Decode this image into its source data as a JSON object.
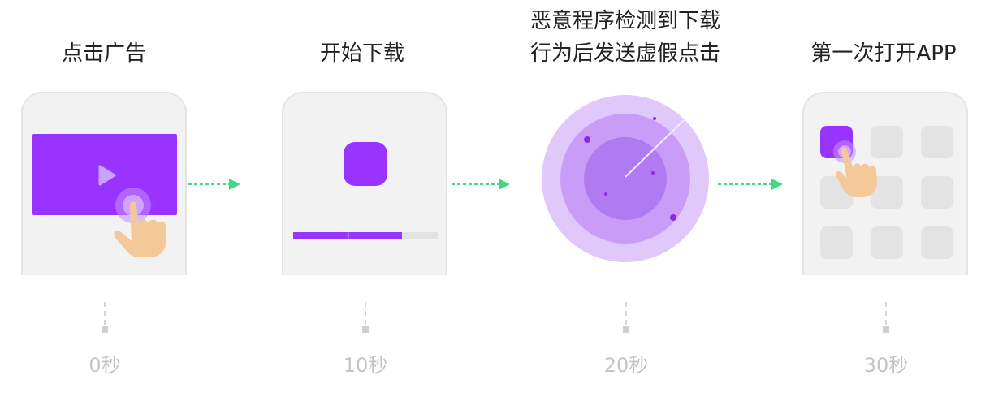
{
  "steps": [
    {
      "title": "点击广告",
      "time": "0秒"
    },
    {
      "title": "开始下载",
      "time": "10秒"
    },
    {
      "title": "恶意程序检测到下载\n行为后发送虚假点击",
      "time": "20秒"
    },
    {
      "title": "第一次打开APP",
      "time": "30秒"
    }
  ],
  "download_progress": 0.75,
  "colors": {
    "accent": "#9933ff",
    "arrow": "#3ddc84",
    "radar_outer": "#e0c8fb",
    "radar_mid": "#c99cf7",
    "radar_inner": "#b07af2",
    "hand": "#f3c99a",
    "phone_bg": "#f2f2f2"
  },
  "icons": [
    "play-icon",
    "hand-pointer-icon",
    "app-icon",
    "radar-icon",
    "arrow-right-icon"
  ]
}
